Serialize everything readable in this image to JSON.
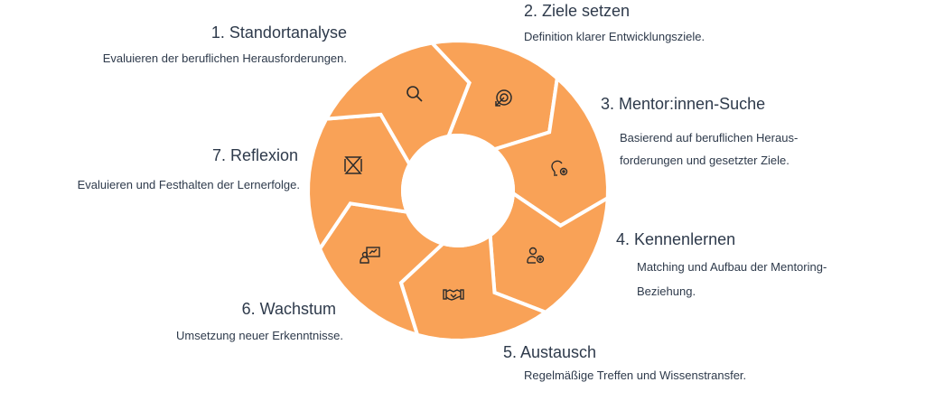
{
  "colors": {
    "segment": "#f9a257",
    "separator": "#ffffff",
    "icon": "#2b2b2b",
    "text": "#2e3a4b"
  },
  "steps": [
    {
      "title": "1. Standortanalyse",
      "desc": [
        "Evaluieren der beruflichen Herausforderungen."
      ],
      "icon": "search-icon"
    },
    {
      "title": "2. Ziele setzen",
      "desc": [
        "Definition klarer Entwicklungsziele."
      ],
      "icon": "target-icon"
    },
    {
      "title": "3. Mentor:innen-Suche",
      "desc": [
        "Basierend auf beruflichen Heraus-",
        "forderungen und gesetzter Ziele."
      ],
      "icon": "lightbulb-gear-icon"
    },
    {
      "title": "4. Kennenlernen",
      "desc": [
        "Matching und Aufbau der Mentoring-",
        "Beziehung."
      ],
      "icon": "user-gear-icon"
    },
    {
      "title": "5. Austausch",
      "desc": [
        "Regelmäßige Treffen und Wissenstransfer."
      ],
      "icon": "handshake-icon"
    },
    {
      "title": "6. Wachstum",
      "desc": [
        "Umsetzung neuer Erkenntnisse."
      ],
      "icon": "presentation-icon"
    },
    {
      "title": "7. Reflexion",
      "desc": [
        "Evaluieren und Festhalten der Lernerfolge."
      ],
      "icon": "hourglass-icon"
    }
  ]
}
